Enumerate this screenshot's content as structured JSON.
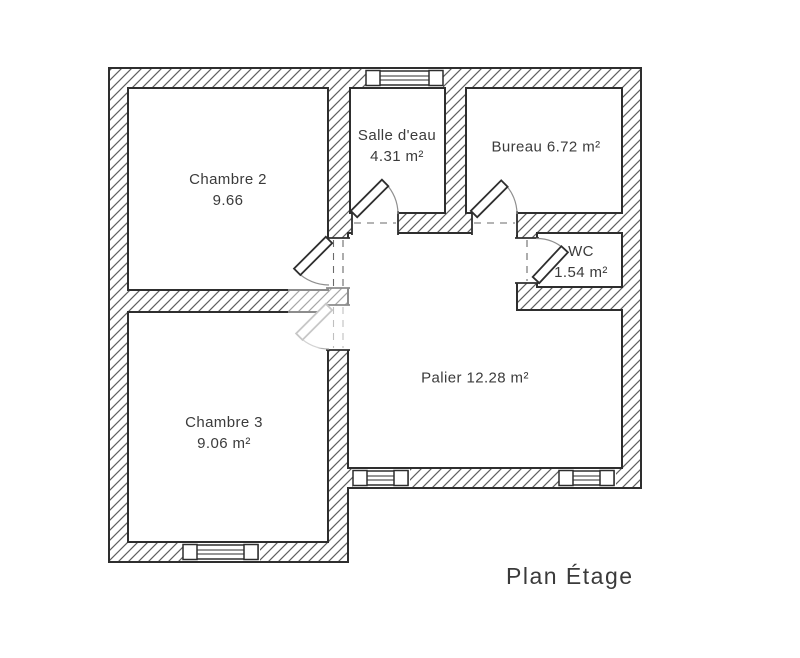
{
  "title": "Plan Étage",
  "colors": {
    "wall_line": "#2e2e2e",
    "hatch": "#5f5f5f",
    "text": "#3b3b3b",
    "background": "#ffffff",
    "faded_door": "#9a9a9a"
  },
  "rooms": [
    {
      "id": "chambre-2",
      "line1": "Chambre 2",
      "line2": "9.66"
    },
    {
      "id": "salle-deau",
      "line1": "Salle d'eau",
      "line2": "4.31 m²"
    },
    {
      "id": "bureau",
      "line1": "Bureau 6.72 m²",
      "line2": ""
    },
    {
      "id": "wc",
      "line1": "WC",
      "line2": "1.54 m²"
    },
    {
      "id": "palier",
      "line1": "Palier 12.28 m²",
      "line2": ""
    },
    {
      "id": "chambre-3",
      "line1": "Chambre 3",
      "line2": "9.06 m²"
    }
  ]
}
